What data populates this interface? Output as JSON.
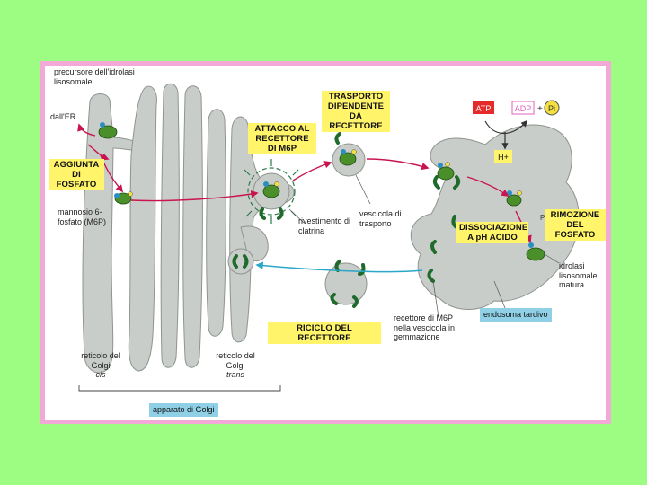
{
  "labels": {
    "precursor": "precursore dell'idrolasi lisosomale",
    "from_er": "dall'ER",
    "mannose": "mannosio 6-fosfato (M6P)",
    "clathrin": "rivestimento di clatrina",
    "vesicle": "vescicola di trasporto",
    "receptor_vesicle": "recettore di M6P nella vescicola in gemmazione",
    "mature_hydrolase": "idrolasi lisosomale matura",
    "cis_main": "reticolo del Golgi",
    "cis_ital": "cis",
    "trans_main": "reticolo del Golgi",
    "trans_ital": "trans",
    "atp": "ATP",
    "adp": "ADP",
    "plus": "+",
    "pi": "Pi",
    "h_plus": "H+",
    "p_small": "P"
  },
  "boxes": {
    "phosphate_add": "AGGIUNTA DI FOSFATO",
    "receptor_attach": "ATTACCO AL RECETTORE DI M6P",
    "receptor_transport": "TRASPORTO DIPENDENTE DA RECETTORE",
    "dissociation": "DISSOCIAZIONE A pH ACIDO",
    "phosphate_removal": "RIMOZIONE DEL FOSFATO",
    "receptor_recycle": "RICICLO DEL RECETTORE",
    "late_endosome": "endosoma tardivo",
    "golgi": "apparato di Golgi"
  },
  "colors": {
    "background": "#9cfd82",
    "frame": "#f4a8d8",
    "organelle": "#c9cdc9",
    "hydrolase": "#4a8f2a",
    "arrow_magenta": "#c8154f",
    "arrow_cyan": "#2aa6c8",
    "label_yellow": "#fff46a",
    "label_cyan": "#8fd0e6"
  }
}
